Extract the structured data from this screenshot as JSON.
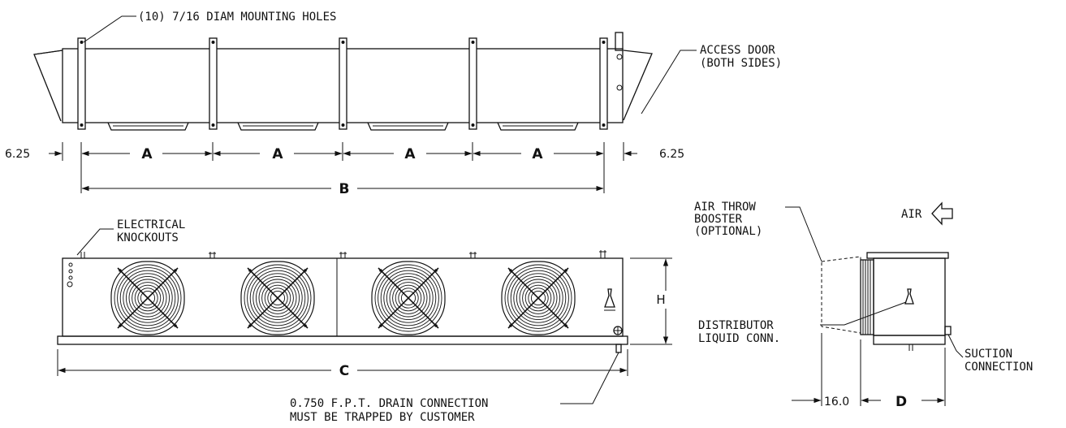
{
  "labels": {
    "mounting_holes": "(10) 7/16 DIAM MOUNTING HOLES",
    "access_door_1": "ACCESS DOOR",
    "access_door_2": "(BOTH SIDES)",
    "electrical_1": "ELECTRICAL",
    "electrical_2": "KNOCKOUTS",
    "air_throw_1": "AIR THROW",
    "air_throw_2": "BOOSTER",
    "air_throw_3": "(OPTIONAL)",
    "air": "AIR",
    "distributor_1": "DISTRIBUTOR",
    "distributor_2": "LIQUID CONN.",
    "suction_1": "SUCTION",
    "suction_2": "CONNECTION",
    "drain_1": "0.750 F.P.T. DRAIN CONNECTION",
    "drain_2": "MUST BE TRAPPED BY CUSTOMER"
  },
  "dimensions": {
    "end_offset_left": "6.25",
    "end_offset_right": "6.25",
    "fan_spacing": [
      "A",
      "A",
      "A",
      "A"
    ],
    "overall_b": "B",
    "overall_c": "C",
    "height": "H",
    "depth_d": "D",
    "booster_depth": "16.0"
  }
}
